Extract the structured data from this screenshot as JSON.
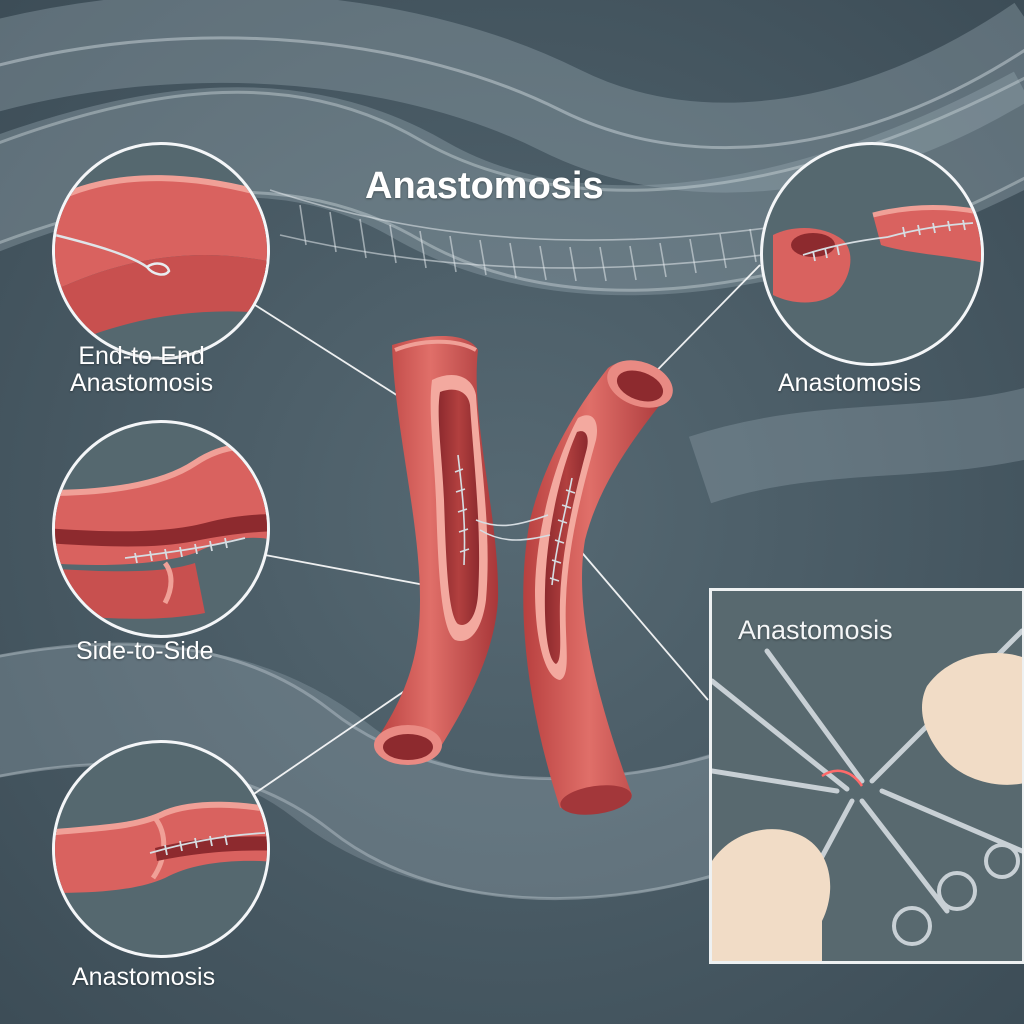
{
  "title": "Anastomosis",
  "labels": {
    "end_to_end_line1": "End-to-End",
    "end_to_end_line2": "Anastomosis",
    "side_to_side": "Side-to-Side",
    "bottom_left": "Anastomosis",
    "top_right": "Anastomosis",
    "inset": "Anastomosis"
  },
  "colors": {
    "background": "#4a5c66",
    "vessel": "#d9625f",
    "vessel_dark": "#a8393b",
    "vessel_light": "#ef9a92",
    "suture": "#c9d0d6",
    "outline": "#f4f6f8"
  }
}
